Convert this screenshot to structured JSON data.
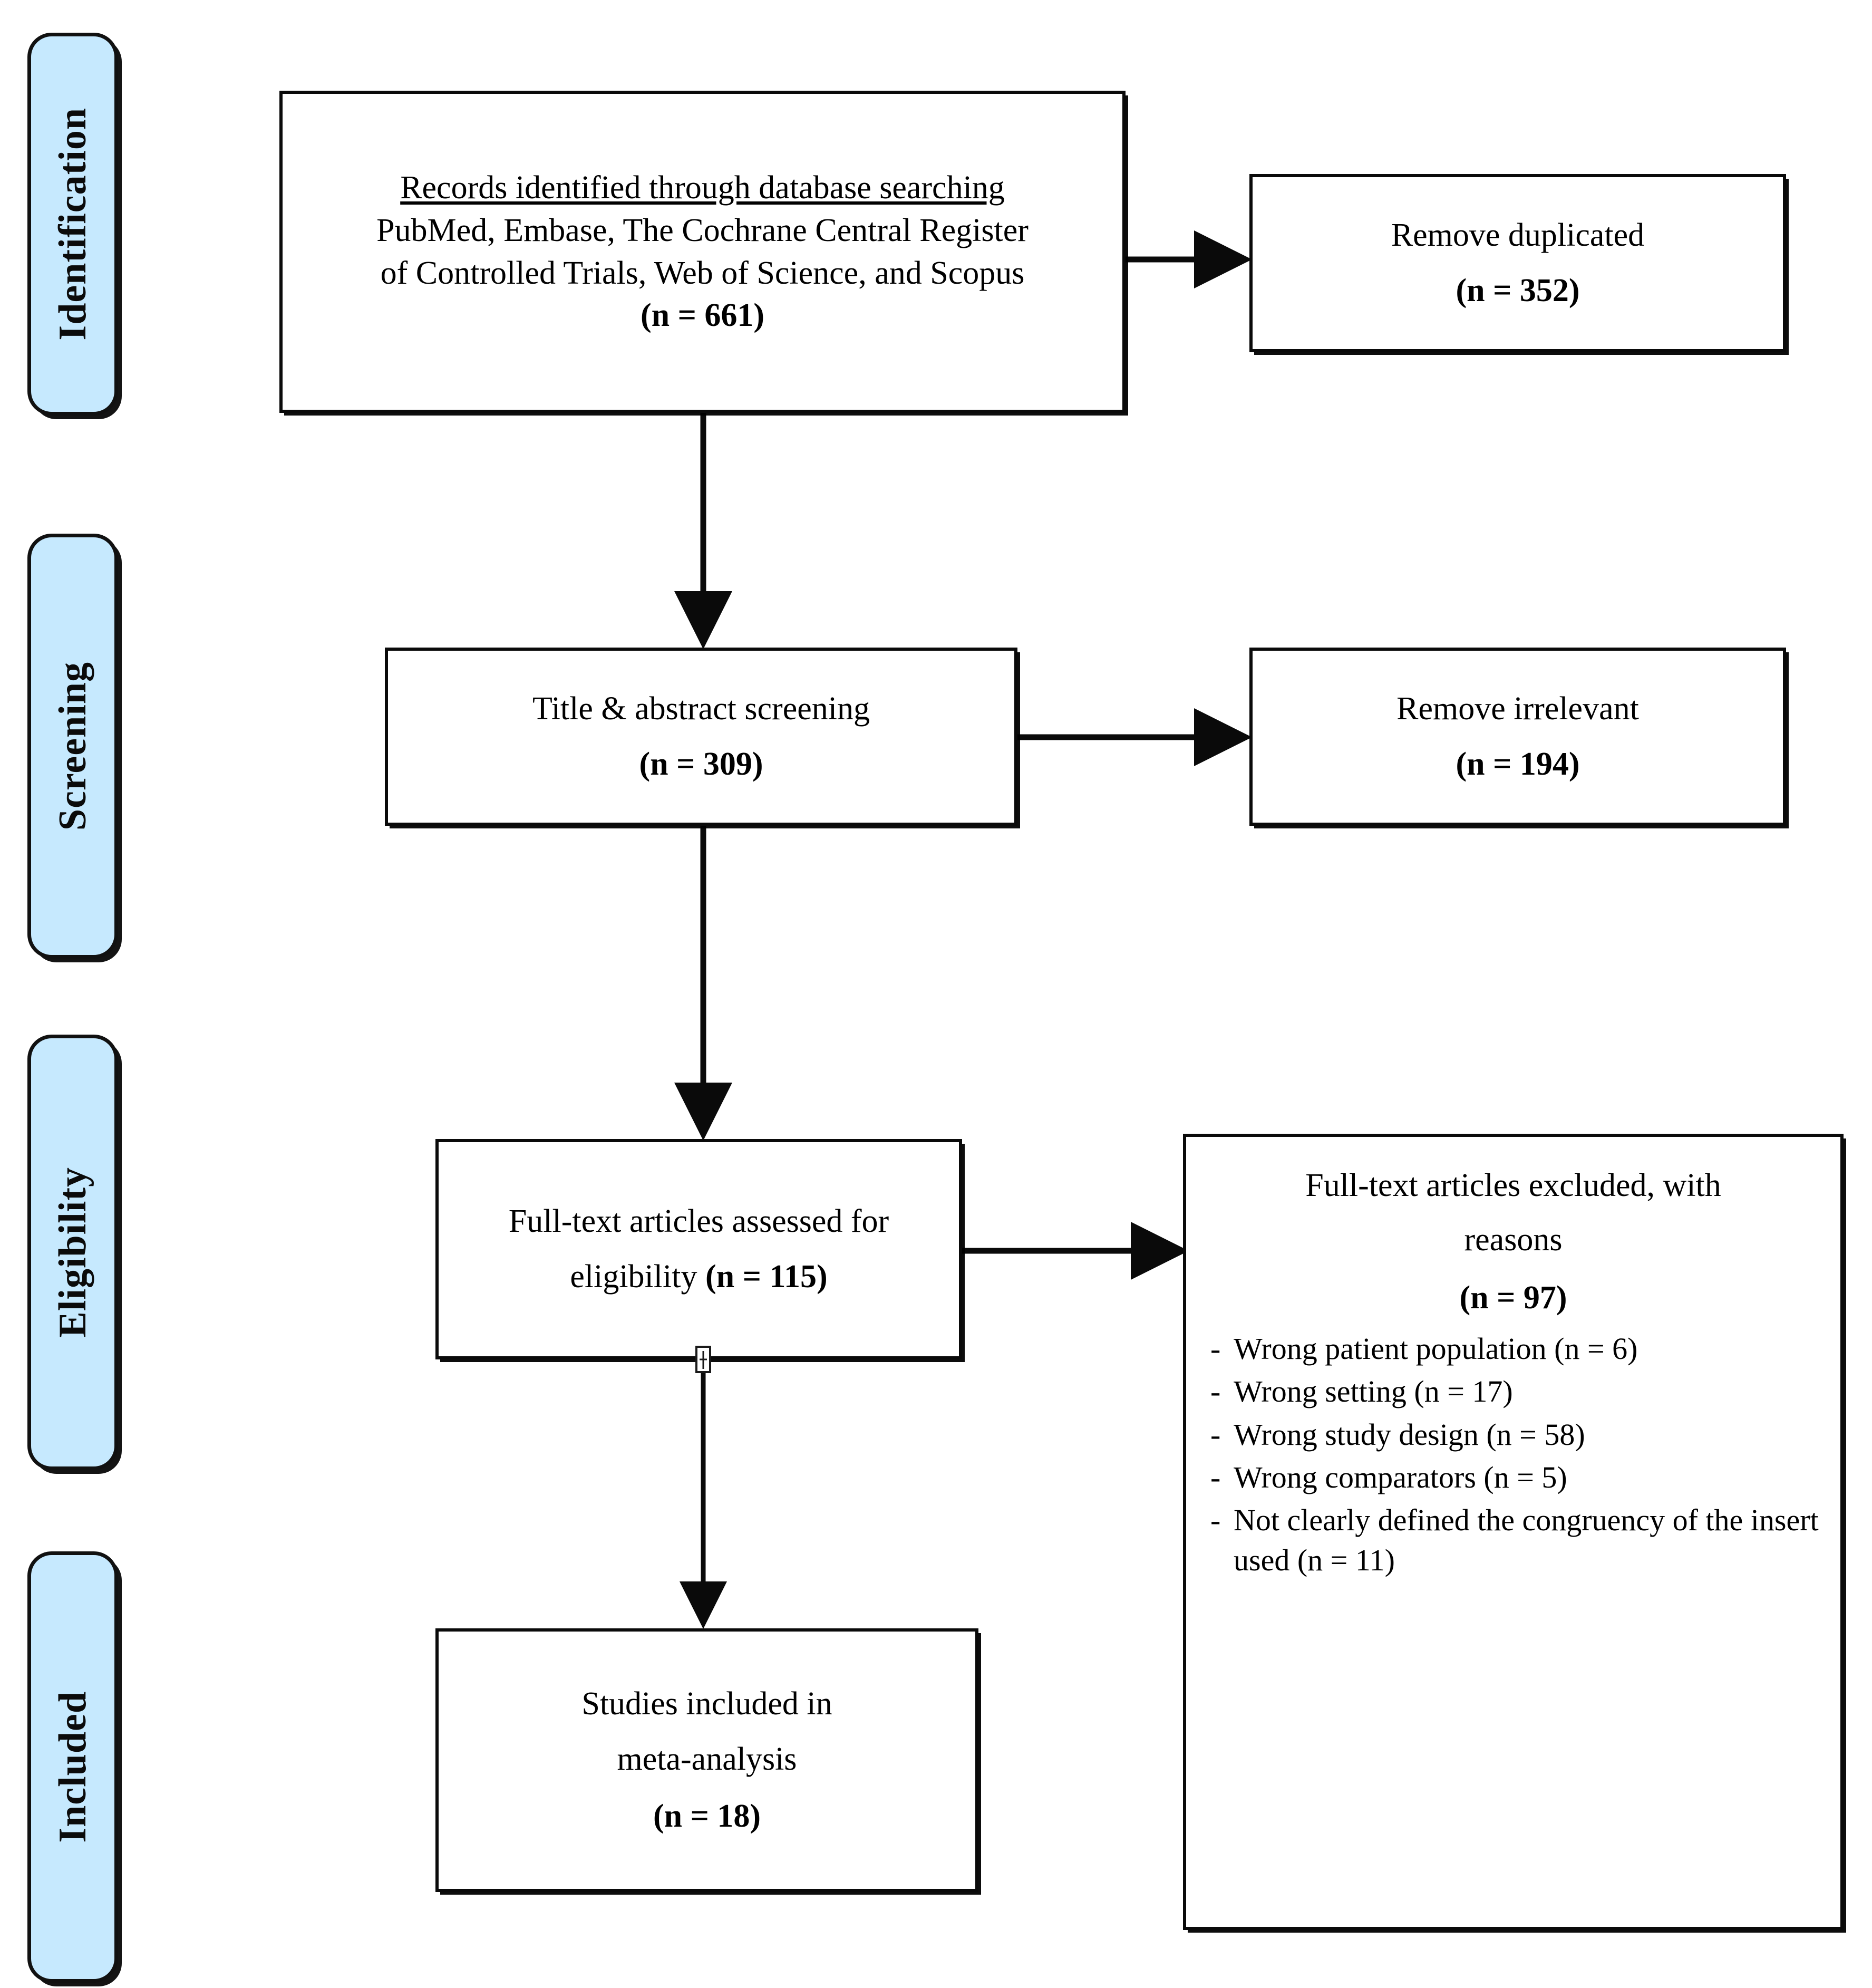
{
  "diagram": {
    "title": "PRISMA study selection flow diagram",
    "accent_color": "#c6e9fe",
    "line_color": "#0a0a0a"
  },
  "stages": [
    {
      "id": "identification",
      "label": "Identification"
    },
    {
      "id": "screening",
      "label": "Screening"
    },
    {
      "id": "eligibility",
      "label": "Eligibility"
    },
    {
      "id": "included",
      "label": "Included"
    }
  ],
  "boxes": {
    "identified": {
      "heading": "Records identified through database searching",
      "line2": "PubMed, Embase, The Cochrane Central Register",
      "line3": "of Controlled Trials, Web of Science, and Scopus",
      "count": "(n = 661)"
    },
    "duplicates": {
      "label": "Remove duplicated",
      "count": "(n = 352)"
    },
    "screening": {
      "label": "Title & abstract screening",
      "count": "(n = 309)"
    },
    "irrelevant": {
      "label": "Remove irrelevant",
      "count": "(n = 194)"
    },
    "fulltext": {
      "line1": "Full-text articles assessed for",
      "line2_prefix": "eligibility ",
      "line2_count": "(n = 115)"
    },
    "excluded": {
      "line1": "Full-text articles excluded, with",
      "line2": "reasons",
      "count": "(n = 97)",
      "reasons": [
        {
          "dash": "-",
          "text": "Wrong patient population (n = 6)"
        },
        {
          "dash": "-",
          "text": "Wrong setting (n = 17)"
        },
        {
          "dash": "-",
          "text": "Wrong study design (n = 58)"
        },
        {
          "dash": "-",
          "text": "Wrong comparators (n = 5)"
        },
        {
          "dash": "-",
          "text": "Not clearly defined the congruency of the insert used (n = 11)"
        }
      ]
    },
    "included": {
      "line1": "Studies included in",
      "line2": "meta-analysis",
      "count": "(n = 18)"
    }
  },
  "chart_data": {
    "type": "diagram",
    "title": "PRISMA flow of study selection",
    "nodes": [
      {
        "id": "identified",
        "stage": "Identification",
        "label": "Records identified through database searching",
        "n": 661
      },
      {
        "id": "duplicates",
        "stage": "Identification",
        "label": "Remove duplicated",
        "n": 352
      },
      {
        "id": "screening",
        "stage": "Screening",
        "label": "Title & abstract screening",
        "n": 309
      },
      {
        "id": "irrelevant",
        "stage": "Screening",
        "label": "Remove irrelevant",
        "n": 194
      },
      {
        "id": "fulltext",
        "stage": "Eligibility",
        "label": "Full-text articles assessed for eligibility",
        "n": 115
      },
      {
        "id": "excluded",
        "stage": "Eligibility",
        "label": "Full-text articles excluded, with reasons",
        "n": 97
      },
      {
        "id": "included",
        "stage": "Included",
        "label": "Studies included in meta-analysis",
        "n": 18
      }
    ],
    "edges": [
      {
        "from": "identified",
        "to": "duplicates",
        "direction": "right"
      },
      {
        "from": "identified",
        "to": "screening",
        "direction": "down"
      },
      {
        "from": "screening",
        "to": "irrelevant",
        "direction": "right"
      },
      {
        "from": "screening",
        "to": "fulltext",
        "direction": "down"
      },
      {
        "from": "fulltext",
        "to": "excluded",
        "direction": "right"
      },
      {
        "from": "fulltext",
        "to": "included",
        "direction": "down"
      }
    ],
    "exclusion_reasons": [
      {
        "reason": "Wrong patient population",
        "n": 6
      },
      {
        "reason": "Wrong setting",
        "n": 17
      },
      {
        "reason": "Wrong study design",
        "n": 58
      },
      {
        "reason": "Wrong comparators",
        "n": 5
      },
      {
        "reason": "Not clearly defined the congruency of the insert used",
        "n": 11
      }
    ],
    "databases": [
      "PubMed",
      "Embase",
      "The Cochrane Central Register of Controlled Trials",
      "Web of Science",
      "Scopus"
    ]
  }
}
